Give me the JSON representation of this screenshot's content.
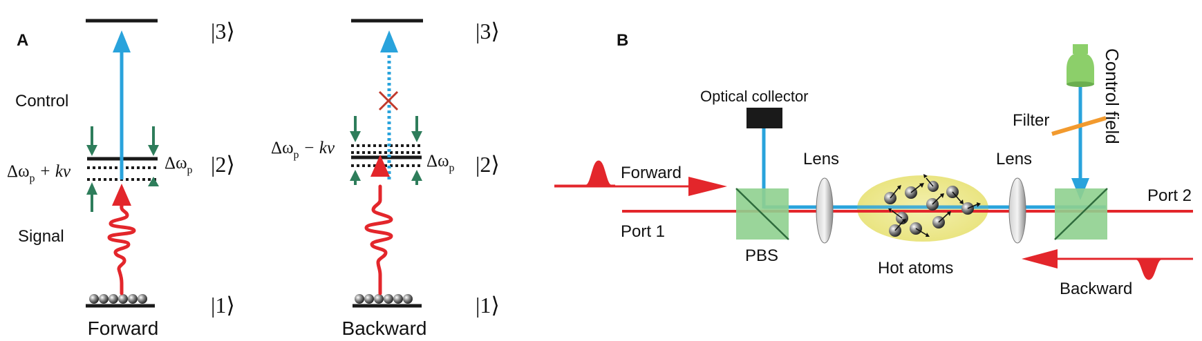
{
  "panel_a": {
    "label": "A",
    "state3": "|3⟩",
    "state2": "|2⟩",
    "state1": "|1⟩",
    "control_label": "Control",
    "signal_label": "Signal",
    "forward": {
      "title": "Forward",
      "detuning_left": "Δω",
      "detuning_left_sub": "p",
      "detuning_left_tail": " + kv",
      "detuning_right": "Δω",
      "detuning_right_sub": "p"
    },
    "backward": {
      "title": "Backward",
      "detuning_left": "Δω",
      "detuning_left_sub": "p",
      "detuning_left_tail": " − kv",
      "detuning_right": "Δω",
      "detuning_right_sub": "p"
    }
  },
  "panel_b": {
    "label": "B",
    "optical_collector": "Optical collector",
    "control_field": "Control field",
    "filter": "Filter",
    "lens_left": "Lens",
    "lens_right": "Lens",
    "forward": "Forward",
    "backward": "Backward",
    "port1": "Port 1",
    "port2": "Port 2",
    "pbs": "PBS",
    "hot_atoms": "Hot atoms"
  },
  "colors": {
    "signal_red": "#e3262b",
    "control_blue": "#29a3dc",
    "level_black": "#1a1a1a",
    "coupling_green": "#2e7d5b",
    "pbs_green": "#8fd08f",
    "atoms_yellow": "#eee88a",
    "filter_orange": "#f29a2e",
    "detector_green": "#8ccf6a",
    "cross_red": "#c0392b"
  }
}
